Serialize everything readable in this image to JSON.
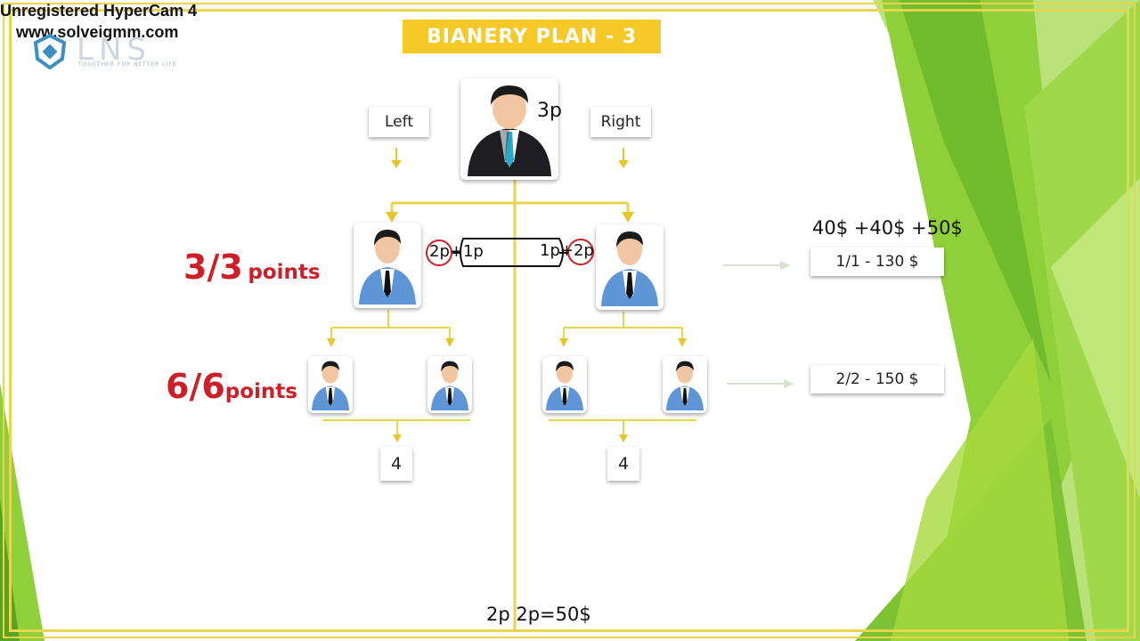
{
  "watermark": {
    "line1": "Unregistered HyperCam 4",
    "line2": "www.solveigmm.com"
  },
  "logo": {
    "text": "LNS",
    "tagline": "TOGETHER FOR BETTER LIFE"
  },
  "title": "BIANERY PLAN - 3",
  "tree": {
    "root_points": "3p",
    "left_label": "Left",
    "right_label": "Right",
    "level1_points_big": "3/3",
    "level1_points_small": "points",
    "level2_points_big": "6/6",
    "level2_points_small": "points",
    "left_annotation": "2p+1p",
    "right_annotation": "1p+2p",
    "left_bottom_count": "4",
    "right_bottom_count": "4",
    "bottom_formula": "2p 2p=50$"
  },
  "rewards": {
    "sum_note": "40$ +40$ +50$",
    "level1_reward": "1/1 - 130 $",
    "level2_reward": "2/2 - 150 $"
  },
  "colors": {
    "accent_yellow": "#f4c928",
    "line_yellow": "#e8d44d",
    "points_red": "#cc1f27",
    "green_light": "#a6d93c",
    "green_dark": "#5aa520",
    "suit_blue": "#5d95d6"
  }
}
